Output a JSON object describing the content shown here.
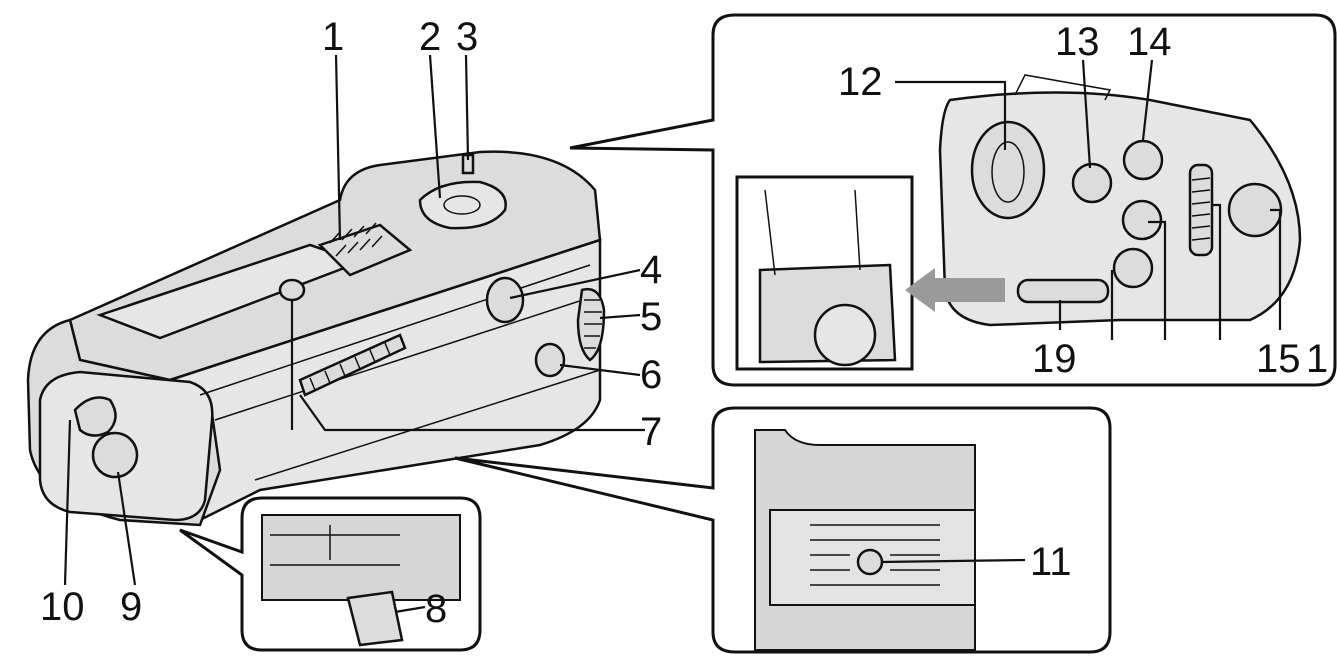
{
  "callouts": {
    "c1": "1",
    "c2": "2",
    "c3": "3",
    "c4": "4",
    "c5": "5",
    "c6": "6",
    "c7": "7",
    "c8": "8",
    "c9": "9",
    "c10": "10",
    "c11": "11",
    "c12": "12",
    "c13": "13",
    "c14": "14",
    "c15": "15",
    "c16": "1",
    "c19": "19"
  },
  "colors": {
    "line": "#111111",
    "body": "#dcdcdc",
    "inset_fill": "#d6d6d6",
    "arrow": "#9a9a9a"
  }
}
